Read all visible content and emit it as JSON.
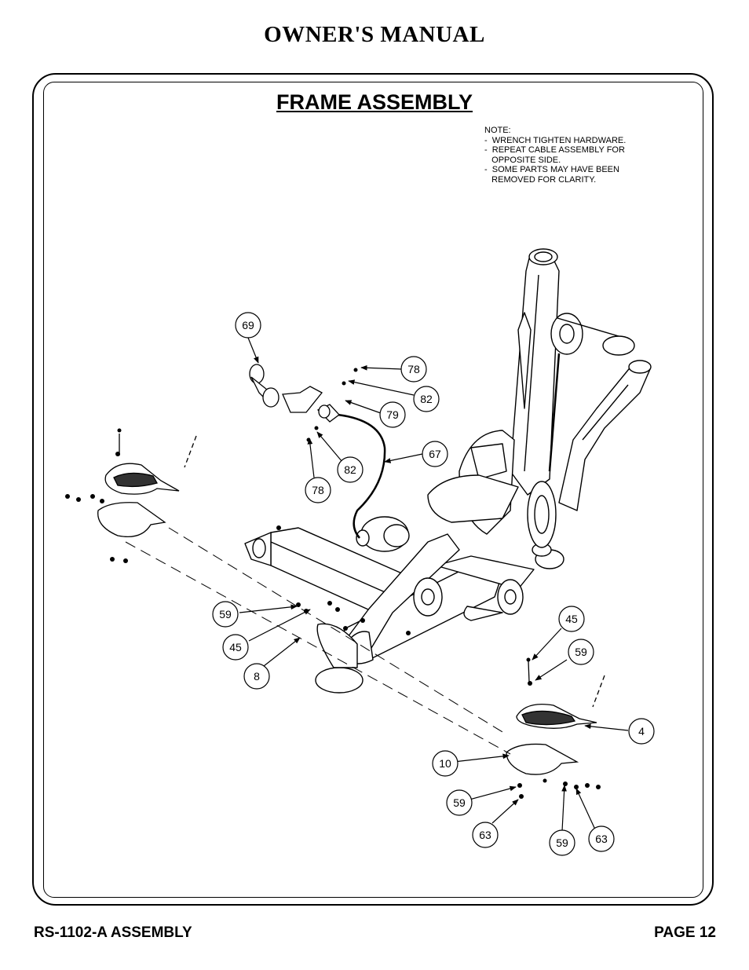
{
  "header": {
    "title": "OWNER'S MANUAL"
  },
  "section": {
    "title": "FRAME ASSEMBLY"
  },
  "note": {
    "lines": [
      "NOTE:",
      "-  WRENCH TIGHTEN HARDWARE.",
      "-  REPEAT CABLE ASSEMBLY FOR",
      "   OPPOSITE SIDE.",
      "-  SOME PARTS MAY HAVE BEEN",
      "   REMOVED FOR CLARITY."
    ]
  },
  "callouts": [
    "69",
    "78",
    "82",
    "79",
    "67",
    "82",
    "78",
    "59",
    "45",
    "8",
    "45",
    "59",
    "4",
    "10",
    "59",
    "63",
    "59",
    "63"
  ],
  "footer": {
    "left": "RS-1102-A ASSEMBLY",
    "right": "PAGE 12"
  }
}
